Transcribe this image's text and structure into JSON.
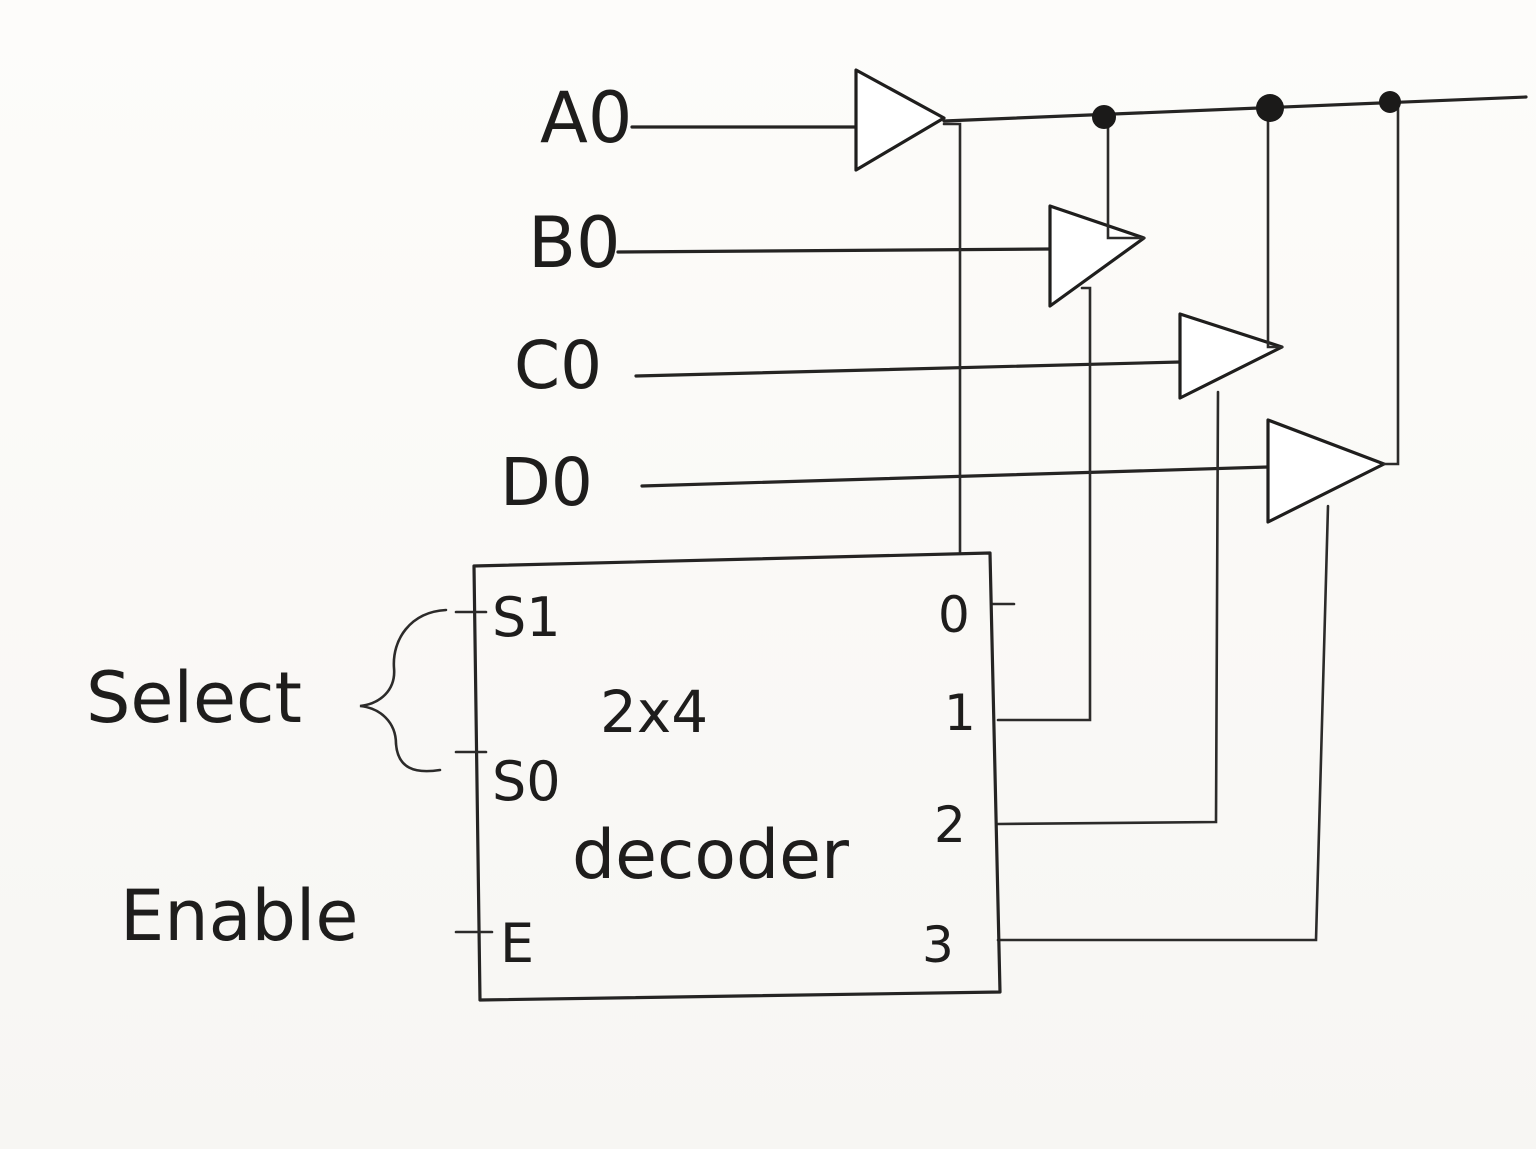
{
  "inputs": {
    "a": "A0",
    "b": "B0",
    "c": "C0",
    "d": "D0"
  },
  "decoder": {
    "title_line1": "2x4",
    "title_line2": "decoder",
    "select_pin_1": "S1",
    "select_pin_0": "S0",
    "enable_pin": "E",
    "outputs": [
      "0",
      "1",
      "2",
      "3"
    ]
  },
  "labels": {
    "select": "Select",
    "enable": "Enable"
  },
  "colors": {
    "ink": "#1e1d1c",
    "paper": "#fbfaf8"
  }
}
